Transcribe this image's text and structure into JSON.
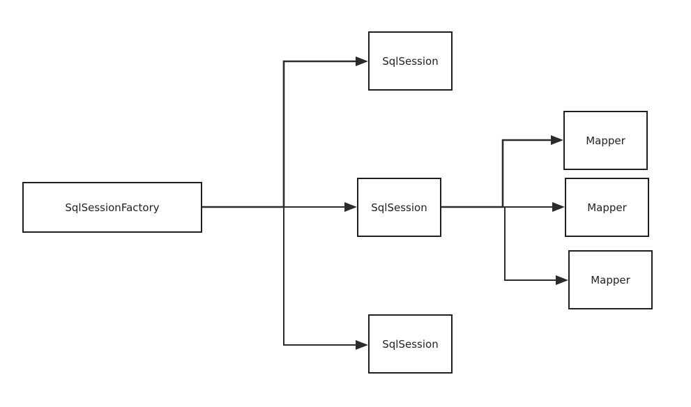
{
  "diagram": {
    "nodes": {
      "factory": {
        "label": "SqlSessionFactory"
      },
      "session_top": {
        "label": "SqlSession"
      },
      "session_middle": {
        "label": "SqlSession"
      },
      "session_bottom": {
        "label": "SqlSession"
      },
      "mapper_top": {
        "label": "Mapper"
      },
      "mapper_middle": {
        "label": "Mapper"
      },
      "mapper_bottom": {
        "label": "Mapper"
      }
    },
    "edges": [
      {
        "from": "factory",
        "to": "session_top"
      },
      {
        "from": "factory",
        "to": "session_middle"
      },
      {
        "from": "factory",
        "to": "session_bottom"
      },
      {
        "from": "session_middle",
        "to": "mapper_top"
      },
      {
        "from": "session_middle",
        "to": "mapper_middle"
      },
      {
        "from": "session_middle",
        "to": "mapper_bottom"
      }
    ],
    "colors": {
      "stroke": "#1f1f1f",
      "text": "#222222",
      "background": "#ffffff"
    }
  }
}
